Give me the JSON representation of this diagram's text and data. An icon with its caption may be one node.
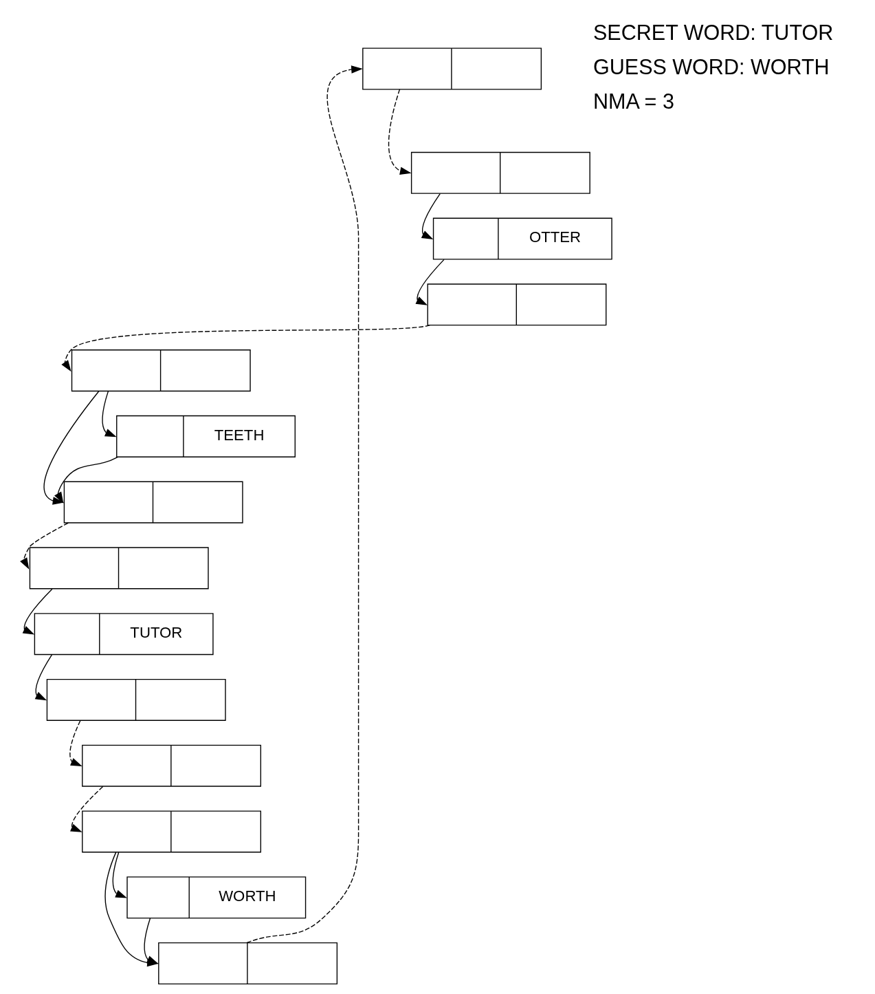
{
  "diagram": {
    "nodes": [
      {
        "text": [],
        "shape": "box"
      },
      {
        "text": [],
        "shape": "box"
      },
      {
        "text": [
          "OTTER"
        ]
      },
      {
        "text": [],
        "shape": "box"
      },
      {
        "text": [],
        "shape": "box"
      },
      {
        "text": [],
        "shape": "box"
      },
      {
        "text": [
          "TEETH"
        ]
      },
      {
        "text": [
          "WORTH"
        ]
      },
      {
        "text": [],
        "shape": "box"
      },
      {
        "text": [],
        "shape": "box"
      },
      {
        "text": [],
        "shape": "box"
      },
      {
        "text": [
          "TUTOR"
        ]
      },
      {
        "text": [],
        "shape": "box"
      },
      {
        "text": [],
        "shape": "box"
      }
    ],
    "edges": [
      {
        "from": 0,
        "to": 1,
        "arrow": "to",
        "style": "dashed"
      },
      {
        "from": 1,
        "to": 2,
        "arrow": "to"
      },
      {
        "from": 2,
        "to": 3,
        "arrow": "to"
      },
      {
        "from": 3,
        "to": 4,
        "arrow": "to",
        "style": "dashed"
      },
      {
        "from": 4,
        "to": 6,
        "arrow": "to"
      },
      {
        "from": 4,
        "to": 8,
        "arrow": "to"
      },
      {
        "from": 6,
        "to": 8,
        "arrow": "to"
      },
      {
        "from": 8,
        "to": 10,
        "arrow": "to",
        "style": "dashed"
      },
      {
        "from": 10,
        "to": 11,
        "arrow": "to"
      },
      {
        "from": 11,
        "to": 12,
        "arrow": "to"
      },
      {
        "from": 12,
        "to": 13,
        "arrow": "to",
        "style": "dashed"
      },
      {
        "from": 13,
        "to": 9,
        "arrow": "to",
        "style": "dashed"
      },
      {
        "from": 9,
        "to": 7,
        "arrow": "to"
      },
      {
        "from": 9,
        "to": 5,
        "arrow": "to"
      },
      {
        "from": 7,
        "to": 5,
        "arrow": "to"
      },
      {
        "from": 5,
        "to": 0,
        "arrow": "to",
        "style": "dashed"
      }
    ],
    "labels": [
      "SECRET WORD: TUTOR",
      "GUESS WORD: WORTH",
      "NMA = 3"
    ]
  }
}
